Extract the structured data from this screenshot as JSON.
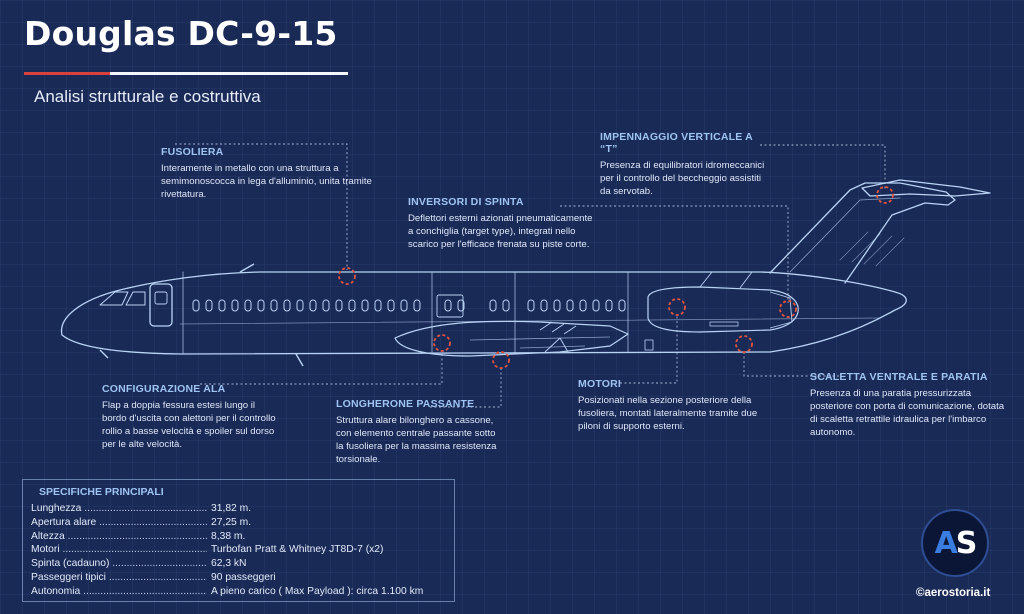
{
  "header": {
    "title": "Douglas DC-9-15",
    "subtitle": "Analisi strutturale e costruttiva"
  },
  "callouts": {
    "fusoliera": {
      "title": "FUSOLIERA",
      "text": "Interamente in metallo con una struttura a semimonoscocca in lega d'alluminio, unita tramite rivettatura."
    },
    "inversori": {
      "title": "INVERSORI DI SPINTA",
      "text": "Deflettori esterni azionati pneumaticamente a conchiglia (target type), integrati nello scarico per l'efficace frenata su piste corte."
    },
    "impennaggio": {
      "title": "IMPENNAGGIO VERTICALE A “T”",
      "text": "Presenza di equilibratori idromeccanici per il controllo del beccheggio assistiti da servotab."
    },
    "configurazione": {
      "title": "CONFIGURAZIONE ALA",
      "text": "Flap a doppia fessura estesi lungo il bordo d'uscita con alettoni per il controllo rollio a basse velocità e spoiler sul dorso per le alte velocità."
    },
    "longherone": {
      "title": "LONGHERONE PASSANTE",
      "text": "Struttura alare bilonghero a cassone, con elemento centrale passante sotto la fusoliera per la massima resistenza torsionale."
    },
    "motori": {
      "title": "MOTORI",
      "text": "Posizionati nella sezione posteriore della fusoliera, montati lateralmente tramite due piloni di supporto esterni."
    },
    "scaletta": {
      "title": "SCALETTA VENTRALE E PARATIA",
      "text": "Presenza di una paratia pressurizzata posteriore con porta di comunicazione, dotata di scaletta retrattile idraulica per l'imbarco autonomo."
    }
  },
  "specs": {
    "title": "SPECIFICHE PRINCIPALI",
    "rows": [
      {
        "label": "Lunghezza",
        "value": "31,82 m."
      },
      {
        "label": "Apertura alare",
        "value": "27,25 m."
      },
      {
        "label": "Altezza",
        "value": "8,38 m."
      },
      {
        "label": "Motori",
        "value": "Turbofan Pratt & Whitney JT8D-7 (x2)"
      },
      {
        "label": "Spinta (cadauno)",
        "value": "62,3 kN"
      },
      {
        "label": "Passeggeri tipici",
        "value": "90 passeggeri"
      },
      {
        "label": "Autonomia",
        "value": "A pieno carico ( Max Payload ): circa 1.100 km"
      }
    ]
  },
  "branding": {
    "logo_letters_1": "A",
    "logo_letters_2": "S",
    "site": "©aerostoria.it"
  },
  "colors": {
    "background": "#1a2a57",
    "accent_red": "#d9423b",
    "heading_blue": "#9fc4f2",
    "blueprint_line": "#b9d3f4",
    "marker": "#e5553f"
  }
}
